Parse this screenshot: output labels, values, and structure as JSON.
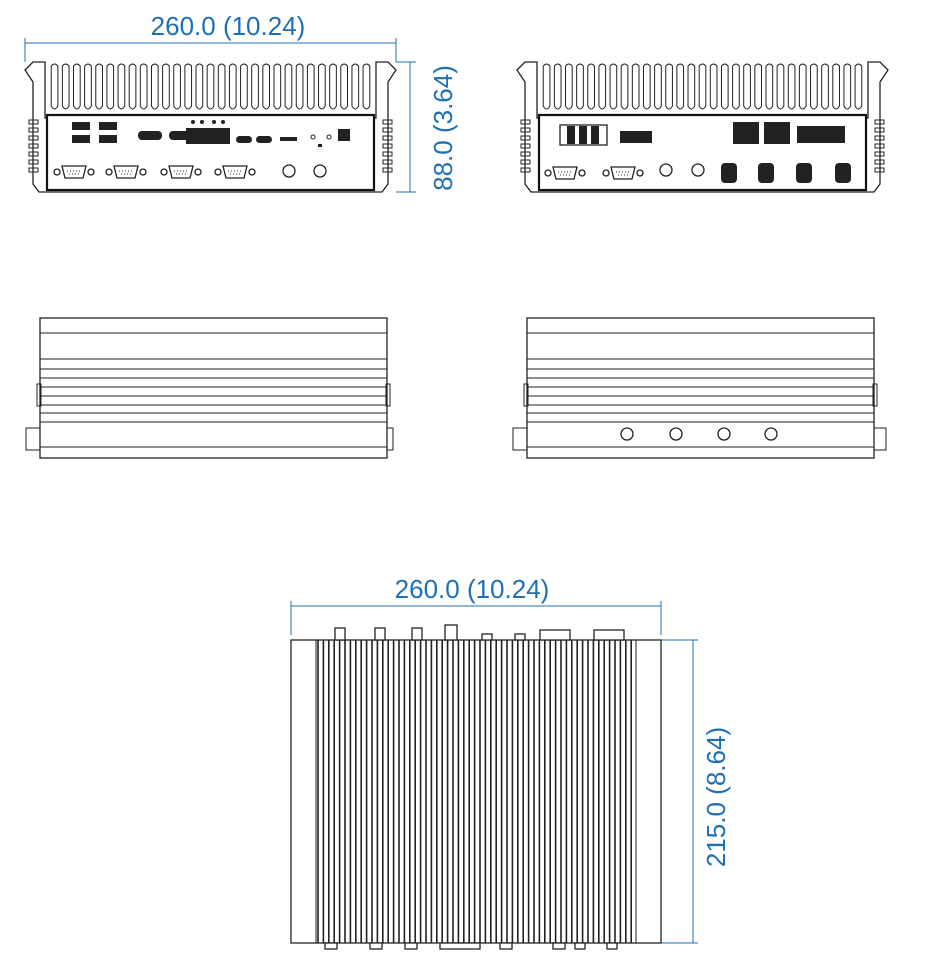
{
  "dimensions": {
    "front_width": "260.0 (10.24)",
    "front_height": "88.0 (3.64)",
    "top_width": "260.0 (10.24)",
    "top_depth": "215.0 (8.64)"
  },
  "views": [
    "front-view",
    "rear-view",
    "left-side-view",
    "right-side-view",
    "top-view"
  ],
  "colors": {
    "dimension": "#1f6fb5",
    "outline": "#222222"
  }
}
